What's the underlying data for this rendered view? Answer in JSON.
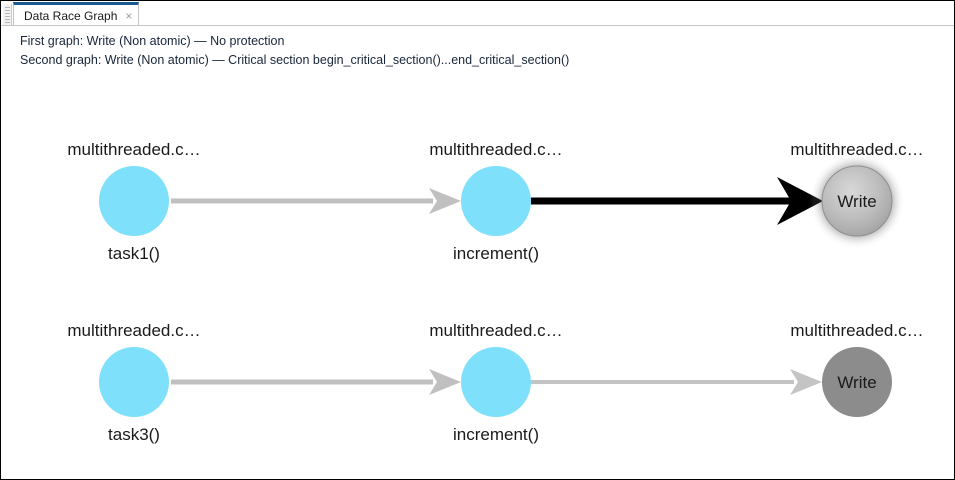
{
  "window": {
    "tab": {
      "label": "Data Race Graph",
      "close_glyph": "×"
    }
  },
  "header": {
    "line1": "First graph: Write (Non atomic) — No protection",
    "line2": "Second graph: Write (Non atomic) — Critical section begin_critical_section()...end_critical_section()"
  },
  "colors": {
    "node_thread": "#7fe0fb",
    "node_write_flat": "#8c8c8c",
    "node_write_highlight": "#b0b0b0",
    "edge_normal": "#c0c0c0",
    "edge_highlight": "#000000",
    "tab_accent": "#1b5a90",
    "text": "#1a1a1a",
    "header_text": "#18263a"
  },
  "graphs": [
    {
      "id": "first-graph",
      "nodes": [
        {
          "id": "g1-task1",
          "top_label": "multithreaded.c…",
          "bottom_label": "task1()",
          "inner_label": "",
          "kind": "thread"
        },
        {
          "id": "g1-increment",
          "top_label": "multithreaded.c…",
          "bottom_label": "increment()",
          "inner_label": "",
          "kind": "thread"
        },
        {
          "id": "g1-write",
          "top_label": "multithreaded.c…",
          "bottom_label": "",
          "inner_label": "Write",
          "kind": "write-highlighted"
        }
      ],
      "edges": [
        {
          "id": "g1-edge-1",
          "from": "g1-task1",
          "to": "g1-increment",
          "style": "normal"
        },
        {
          "id": "g1-edge-2",
          "from": "g1-increment",
          "to": "g1-write",
          "style": "highlighted"
        }
      ]
    },
    {
      "id": "second-graph",
      "nodes": [
        {
          "id": "g2-task3",
          "top_label": "multithreaded.c…",
          "bottom_label": "task3()",
          "inner_label": "",
          "kind": "thread"
        },
        {
          "id": "g2-increment",
          "top_label": "multithreaded.c…",
          "bottom_label": "increment()",
          "inner_label": "",
          "kind": "thread"
        },
        {
          "id": "g2-write",
          "top_label": "multithreaded.c…",
          "bottom_label": "",
          "inner_label": "Write",
          "kind": "write"
        }
      ],
      "edges": [
        {
          "id": "g2-edge-1",
          "from": "g2-task3",
          "to": "g2-increment",
          "style": "normal"
        },
        {
          "id": "g2-edge-2",
          "from": "g2-increment",
          "to": "g2-write",
          "style": "normal"
        }
      ]
    }
  ]
}
